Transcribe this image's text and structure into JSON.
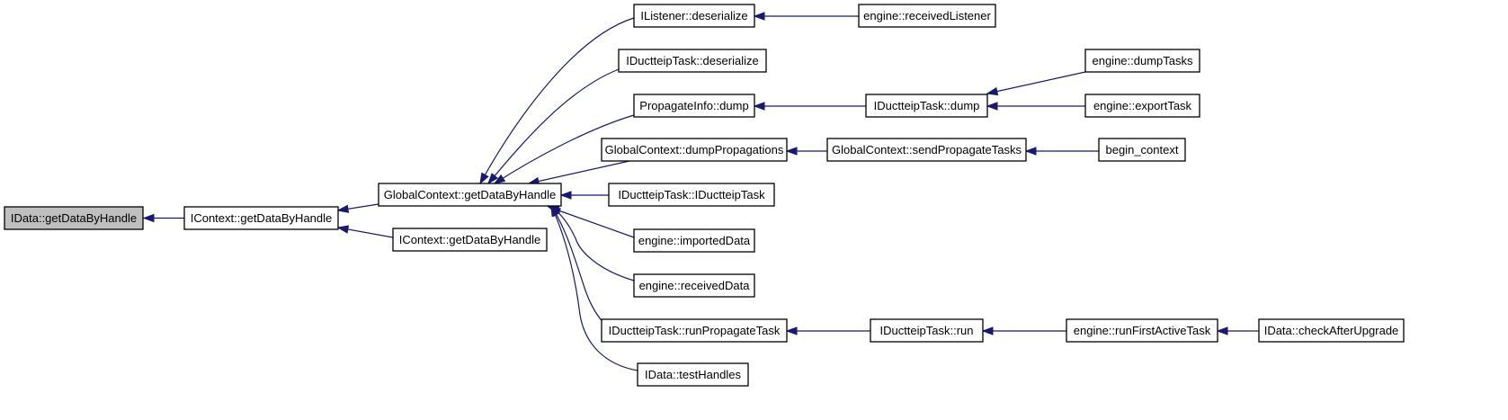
{
  "diagram": {
    "type": "caller-graph",
    "nodes": [
      {
        "id": "n0",
        "label": "IData::getDataByHandle",
        "highlighted": true
      },
      {
        "id": "n1",
        "label": "IContext::getDataByHandle"
      },
      {
        "id": "n2",
        "label": "GlobalContext::getDataByHandle"
      },
      {
        "id": "n3",
        "label": "IContext::getDataByHandle"
      },
      {
        "id": "n4",
        "label": "IListener::deserialize"
      },
      {
        "id": "n5",
        "label": "IDuctteipTask::deserialize"
      },
      {
        "id": "n6",
        "label": "PropagateInfo::dump"
      },
      {
        "id": "n7",
        "label": "GlobalContext::dumpPropagations"
      },
      {
        "id": "n8",
        "label": "IDuctteipTask::IDuctteipTask"
      },
      {
        "id": "n9",
        "label": "engine::importedData"
      },
      {
        "id": "n10",
        "label": "engine::receivedData"
      },
      {
        "id": "n11",
        "label": "IDuctteipTask::runPropagateTask"
      },
      {
        "id": "n12",
        "label": "IData::testHandles"
      },
      {
        "id": "n13",
        "label": "engine::receivedListener"
      },
      {
        "id": "n14",
        "label": "IDuctteipTask::dump"
      },
      {
        "id": "n15",
        "label": "GlobalContext::sendPropagateTasks"
      },
      {
        "id": "n16",
        "label": "IDuctteipTask::run"
      },
      {
        "id": "n17",
        "label": "engine::dumpTasks"
      },
      {
        "id": "n18",
        "label": "engine::exportTask"
      },
      {
        "id": "n19",
        "label": "begin_context"
      },
      {
        "id": "n20",
        "label": "engine::runFirstActiveTask"
      },
      {
        "id": "n21",
        "label": "IData::checkAfterUpgrade"
      }
    ],
    "edges": [
      {
        "from": "n1",
        "to": "n0"
      },
      {
        "from": "n2",
        "to": "n1"
      },
      {
        "from": "n3",
        "to": "n1"
      },
      {
        "from": "n4",
        "to": "n2"
      },
      {
        "from": "n5",
        "to": "n2"
      },
      {
        "from": "n6",
        "to": "n2"
      },
      {
        "from": "n7",
        "to": "n2"
      },
      {
        "from": "n8",
        "to": "n2"
      },
      {
        "from": "n9",
        "to": "n2"
      },
      {
        "from": "n10",
        "to": "n2"
      },
      {
        "from": "n11",
        "to": "n2"
      },
      {
        "from": "n12",
        "to": "n2"
      },
      {
        "from": "n13",
        "to": "n4"
      },
      {
        "from": "n14",
        "to": "n6"
      },
      {
        "from": "n17",
        "to": "n14"
      },
      {
        "from": "n18",
        "to": "n14"
      },
      {
        "from": "n15",
        "to": "n7"
      },
      {
        "from": "n19",
        "to": "n15"
      },
      {
        "from": "n16",
        "to": "n11"
      },
      {
        "from": "n20",
        "to": "n16"
      },
      {
        "from": "n21",
        "to": "n20"
      }
    ],
    "colors": {
      "edge": "#191970",
      "node_border": "#000000",
      "node_fill": "#ffffff",
      "highlight_fill": "#bfbfbf"
    }
  }
}
